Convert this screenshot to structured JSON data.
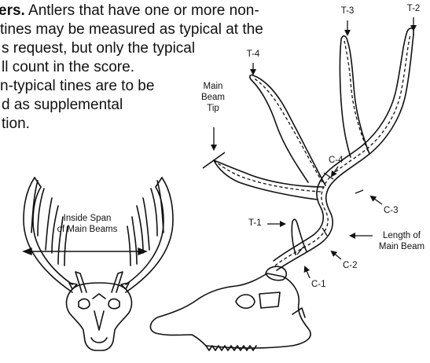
{
  "text": {
    "lead_bold": "ers.",
    "line1_rest": " Antlers that have one or more non-",
    "line2": "tines may be measured as typical at the",
    "line3": "s request, but only the typical",
    "line4": "ll count in the score.",
    "line5": "n-typical tines are to be",
    "line6": "d as supplemental",
    "line7": "tion."
  },
  "labels": {
    "t1": "T-1",
    "t2": "T-2",
    "t3": "T-3",
    "t4": "T-4",
    "c1": "C-1",
    "c2": "C-2",
    "c3": "C-3",
    "c4": "C-4",
    "main_beam_tip_1": "Main",
    "main_beam_tip_2": "Beam",
    "main_beam_tip_3": "Tip",
    "length_1": "Length of",
    "length_2": "Main Beam",
    "inside_span_1": "Inside Span",
    "inside_span_2": "of Main Beams"
  },
  "colors": {
    "ink": "#111111",
    "background": "#ffffff"
  }
}
